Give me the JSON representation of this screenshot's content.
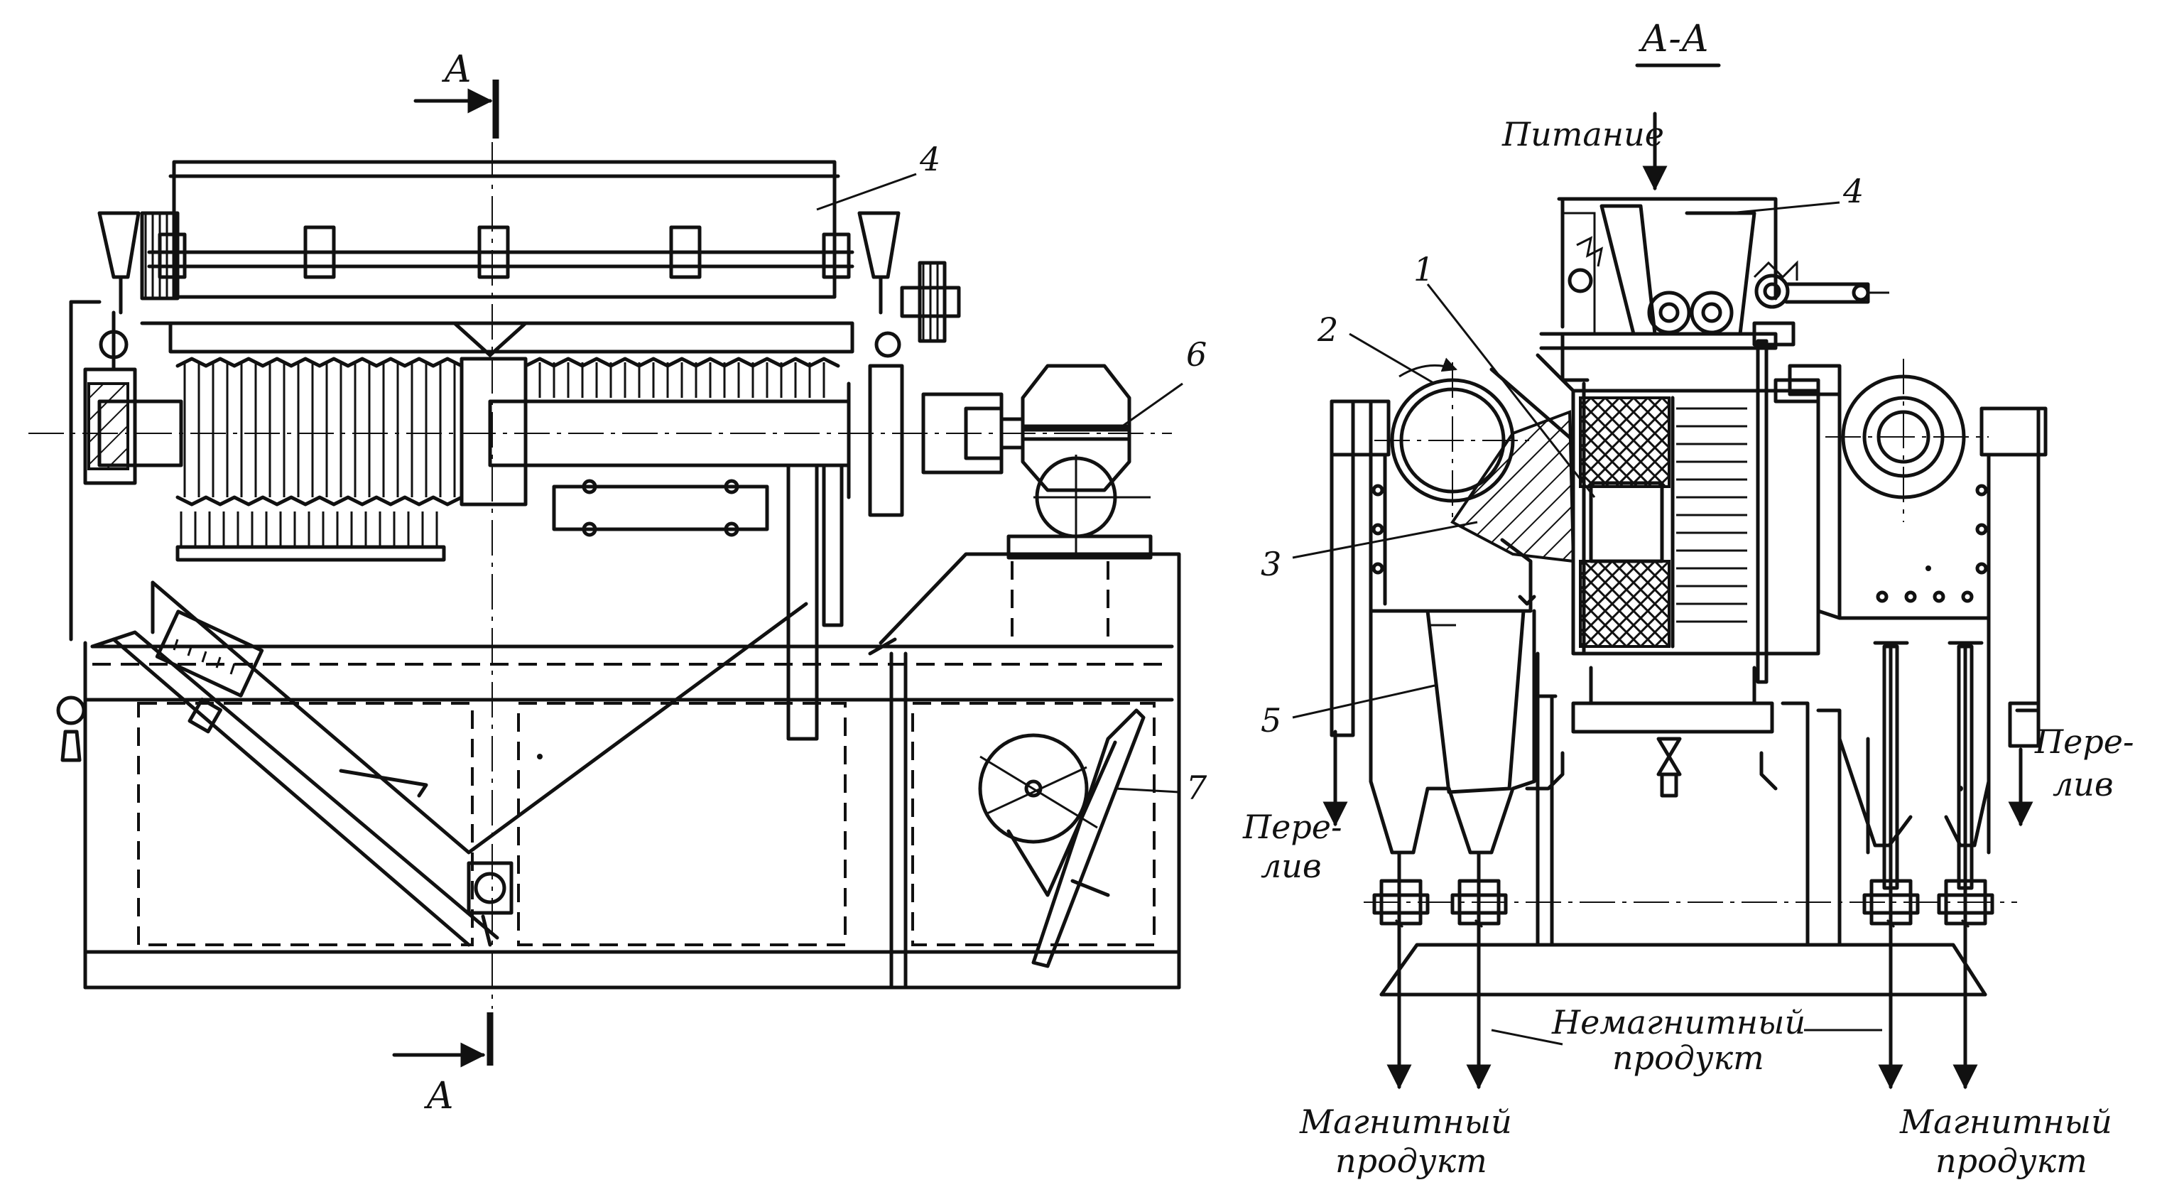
{
  "section_title": "А-А",
  "section_marks": {
    "top": "А",
    "bottom": "А"
  },
  "callouts": {
    "one": "1",
    "two": "2",
    "three": "3",
    "four_left": "4",
    "four_right": "4",
    "five": "5",
    "six": "6",
    "seven": "7"
  },
  "labels": {
    "feed": "Питание",
    "overflow_left_1": "Пере-",
    "overflow_left_2": "лив",
    "overflow_right_1": "Пере-",
    "overflow_right_2": "лив",
    "nonmagnetic_1": "Немагнитный",
    "nonmagnetic_2": "продукт",
    "magnetic_left_1": "Магнитный",
    "magnetic_left_2": "продукт",
    "magnetic_right_1": "Магнитный",
    "magnetic_right_2": "продукт"
  }
}
